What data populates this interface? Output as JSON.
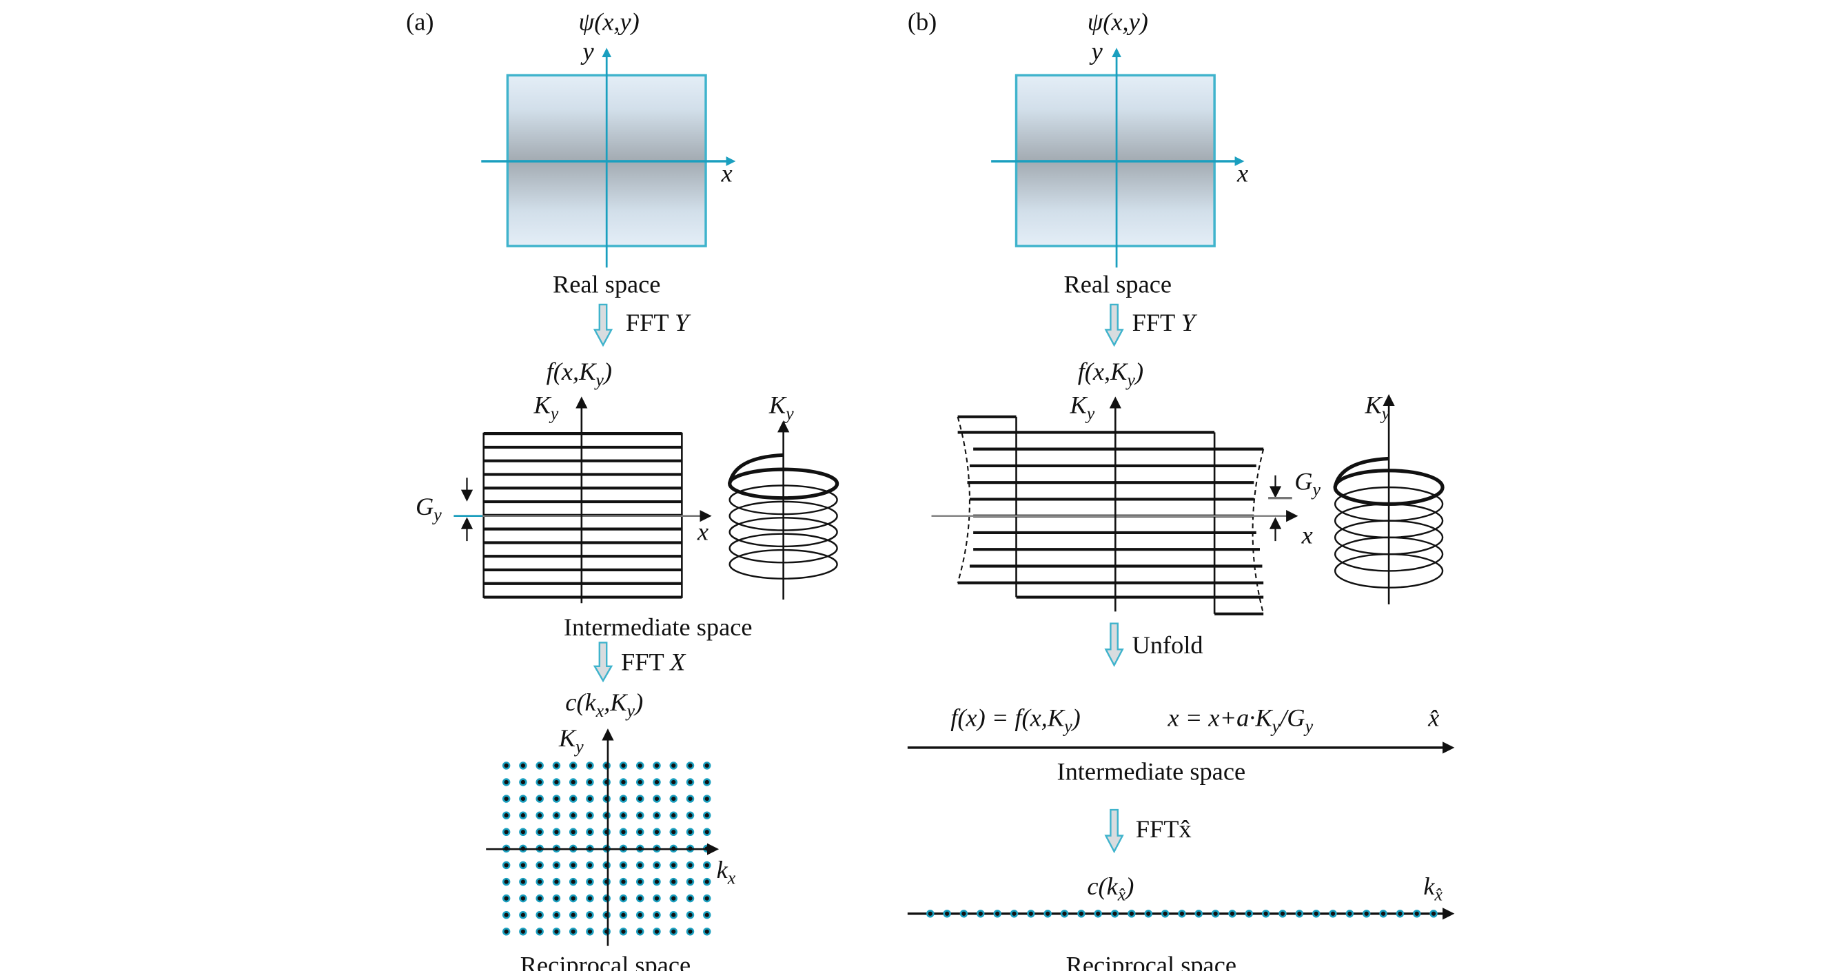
{
  "panel_a": {
    "tag": "(a)",
    "real_title": "ψ(x,y)",
    "real_axis_x": "x",
    "real_axis_y": "y",
    "real_caption": "Real space",
    "step1": "FFT Y",
    "inter_title": "f(x,K_y)",
    "inter_axis_y": "K_y",
    "inter_axis_x": "x",
    "spacing_label": "G_y",
    "spring_axis": "K_y",
    "inter_caption": "Intermediate space",
    "step2": "FFT X",
    "recip_title": "c(k_x,K_y)",
    "recip_axis_y": "K_y",
    "recip_axis_x": "k_x",
    "recip_caption": "Reciprocal space"
  },
  "panel_b": {
    "tag": "(b)",
    "real_title": "ψ(x,y)",
    "real_axis_x": "x",
    "real_axis_y": "y",
    "real_caption": "Real space",
    "step1": "FFT Y",
    "inter_title": "f(x,K_y)",
    "inter_axis_y": "K_y",
    "inter_axis_x": "x",
    "spacing_label": "G_y",
    "spring_axis": "K_y",
    "step2": "Unfold",
    "formula_left": "f(x) = f(x,K_y)",
    "formula_right": "x = x+a·K_y/G_y",
    "line_axis": "x̂",
    "inter_caption": "Intermediate space",
    "step3": "FFTx̂",
    "recip_title": "c(k_x̂)",
    "recip_axis": "k_x̂",
    "recip_caption": "Reciprocal space"
  },
  "colors": {
    "accent": "#1a9fbf",
    "box_light": "#e4eef7",
    "box_dark": "#a3abb2",
    "arrow_fill": "#d8dcdf",
    "ink": "#111111"
  }
}
